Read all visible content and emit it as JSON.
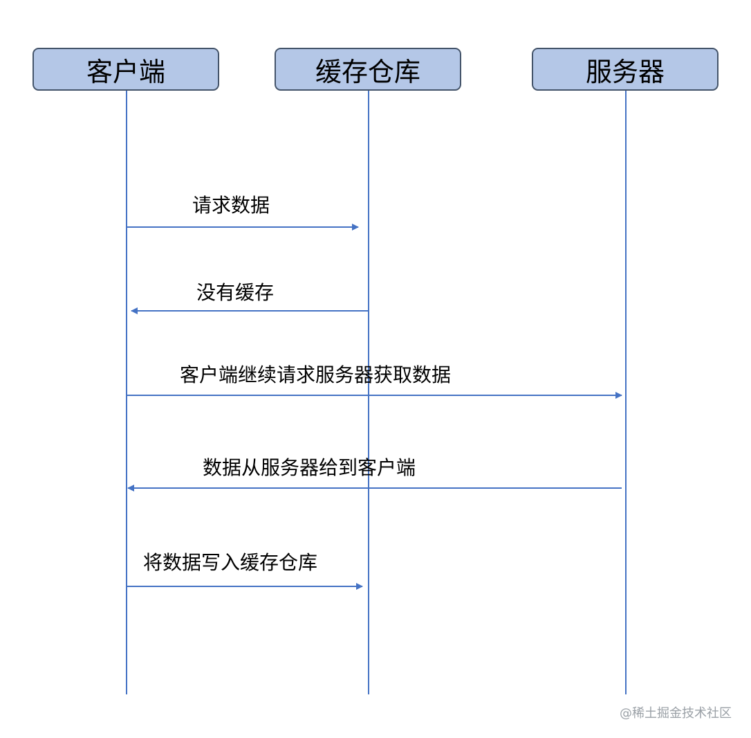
{
  "actors": {
    "client": "客户端",
    "cache": "缓存仓库",
    "server": "服务器"
  },
  "messages": [
    {
      "from": "client",
      "to": "cache",
      "label": "请求数据"
    },
    {
      "from": "cache",
      "to": "client",
      "label": "没有缓存"
    },
    {
      "from": "client",
      "to": "server",
      "label": "客户端继续请求服务器获取数据"
    },
    {
      "from": "server",
      "to": "client",
      "label": "数据从服务器给到客户端"
    },
    {
      "from": "client",
      "to": "cache",
      "label": "将数据写入缓存仓库"
    }
  ],
  "watermark": "@稀土掘金技术社区",
  "colors": {
    "actor_fill": "#b4c7e7",
    "actor_border": "#44546a",
    "line": "#4472c4"
  }
}
